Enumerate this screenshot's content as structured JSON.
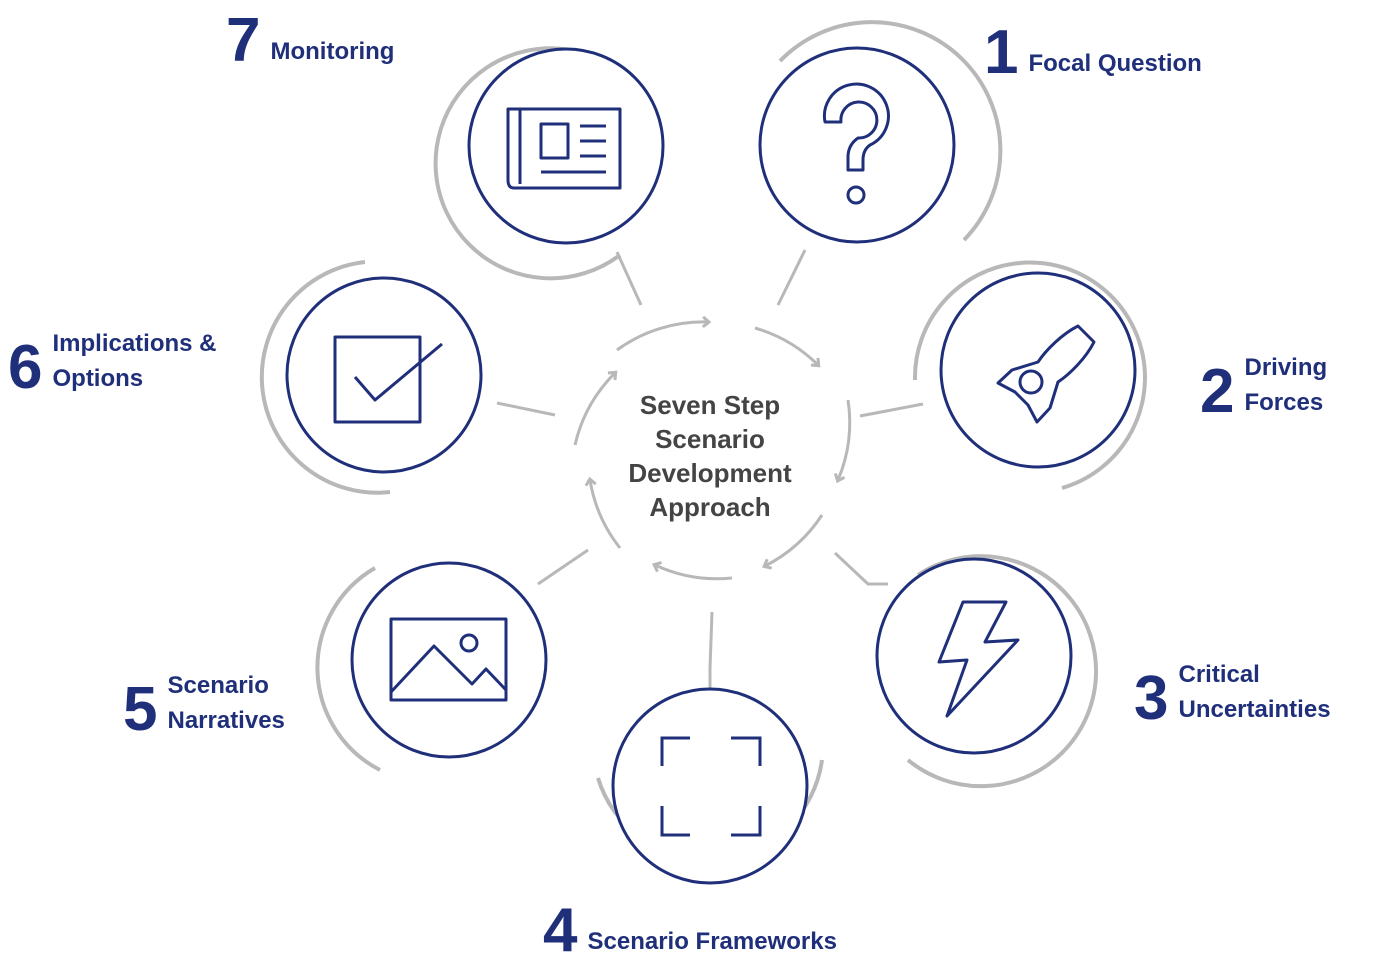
{
  "center": {
    "line1": "Seven Step",
    "line2": "Scenario",
    "line3": "Development",
    "line4": "Approach"
  },
  "steps": [
    {
      "number": "1",
      "label": "Focal Question",
      "icon": "question-mark-icon"
    },
    {
      "number": "2",
      "label_line1": "Driving",
      "label_line2": "Forces",
      "icon": "rocket-icon"
    },
    {
      "number": "3",
      "label_line1": "Critical",
      "label_line2": "Uncertainties",
      "icon": "lightning-icon"
    },
    {
      "number": "4",
      "label": "Scenario Frameworks",
      "icon": "frame-corners-icon"
    },
    {
      "number": "5",
      "label_line1": "Scenario",
      "label_line2": "Narratives",
      "icon": "landscape-image-icon"
    },
    {
      "number": "6",
      "label_line1": "Implications &",
      "label_line2": "Options",
      "icon": "checkbox-icon"
    },
    {
      "number": "7",
      "label": "Monitoring",
      "icon": "newspaper-icon"
    }
  ],
  "colors": {
    "navy": "#1f2f7a",
    "gray_ring": "#b8b8b8",
    "center_text": "#444444"
  }
}
